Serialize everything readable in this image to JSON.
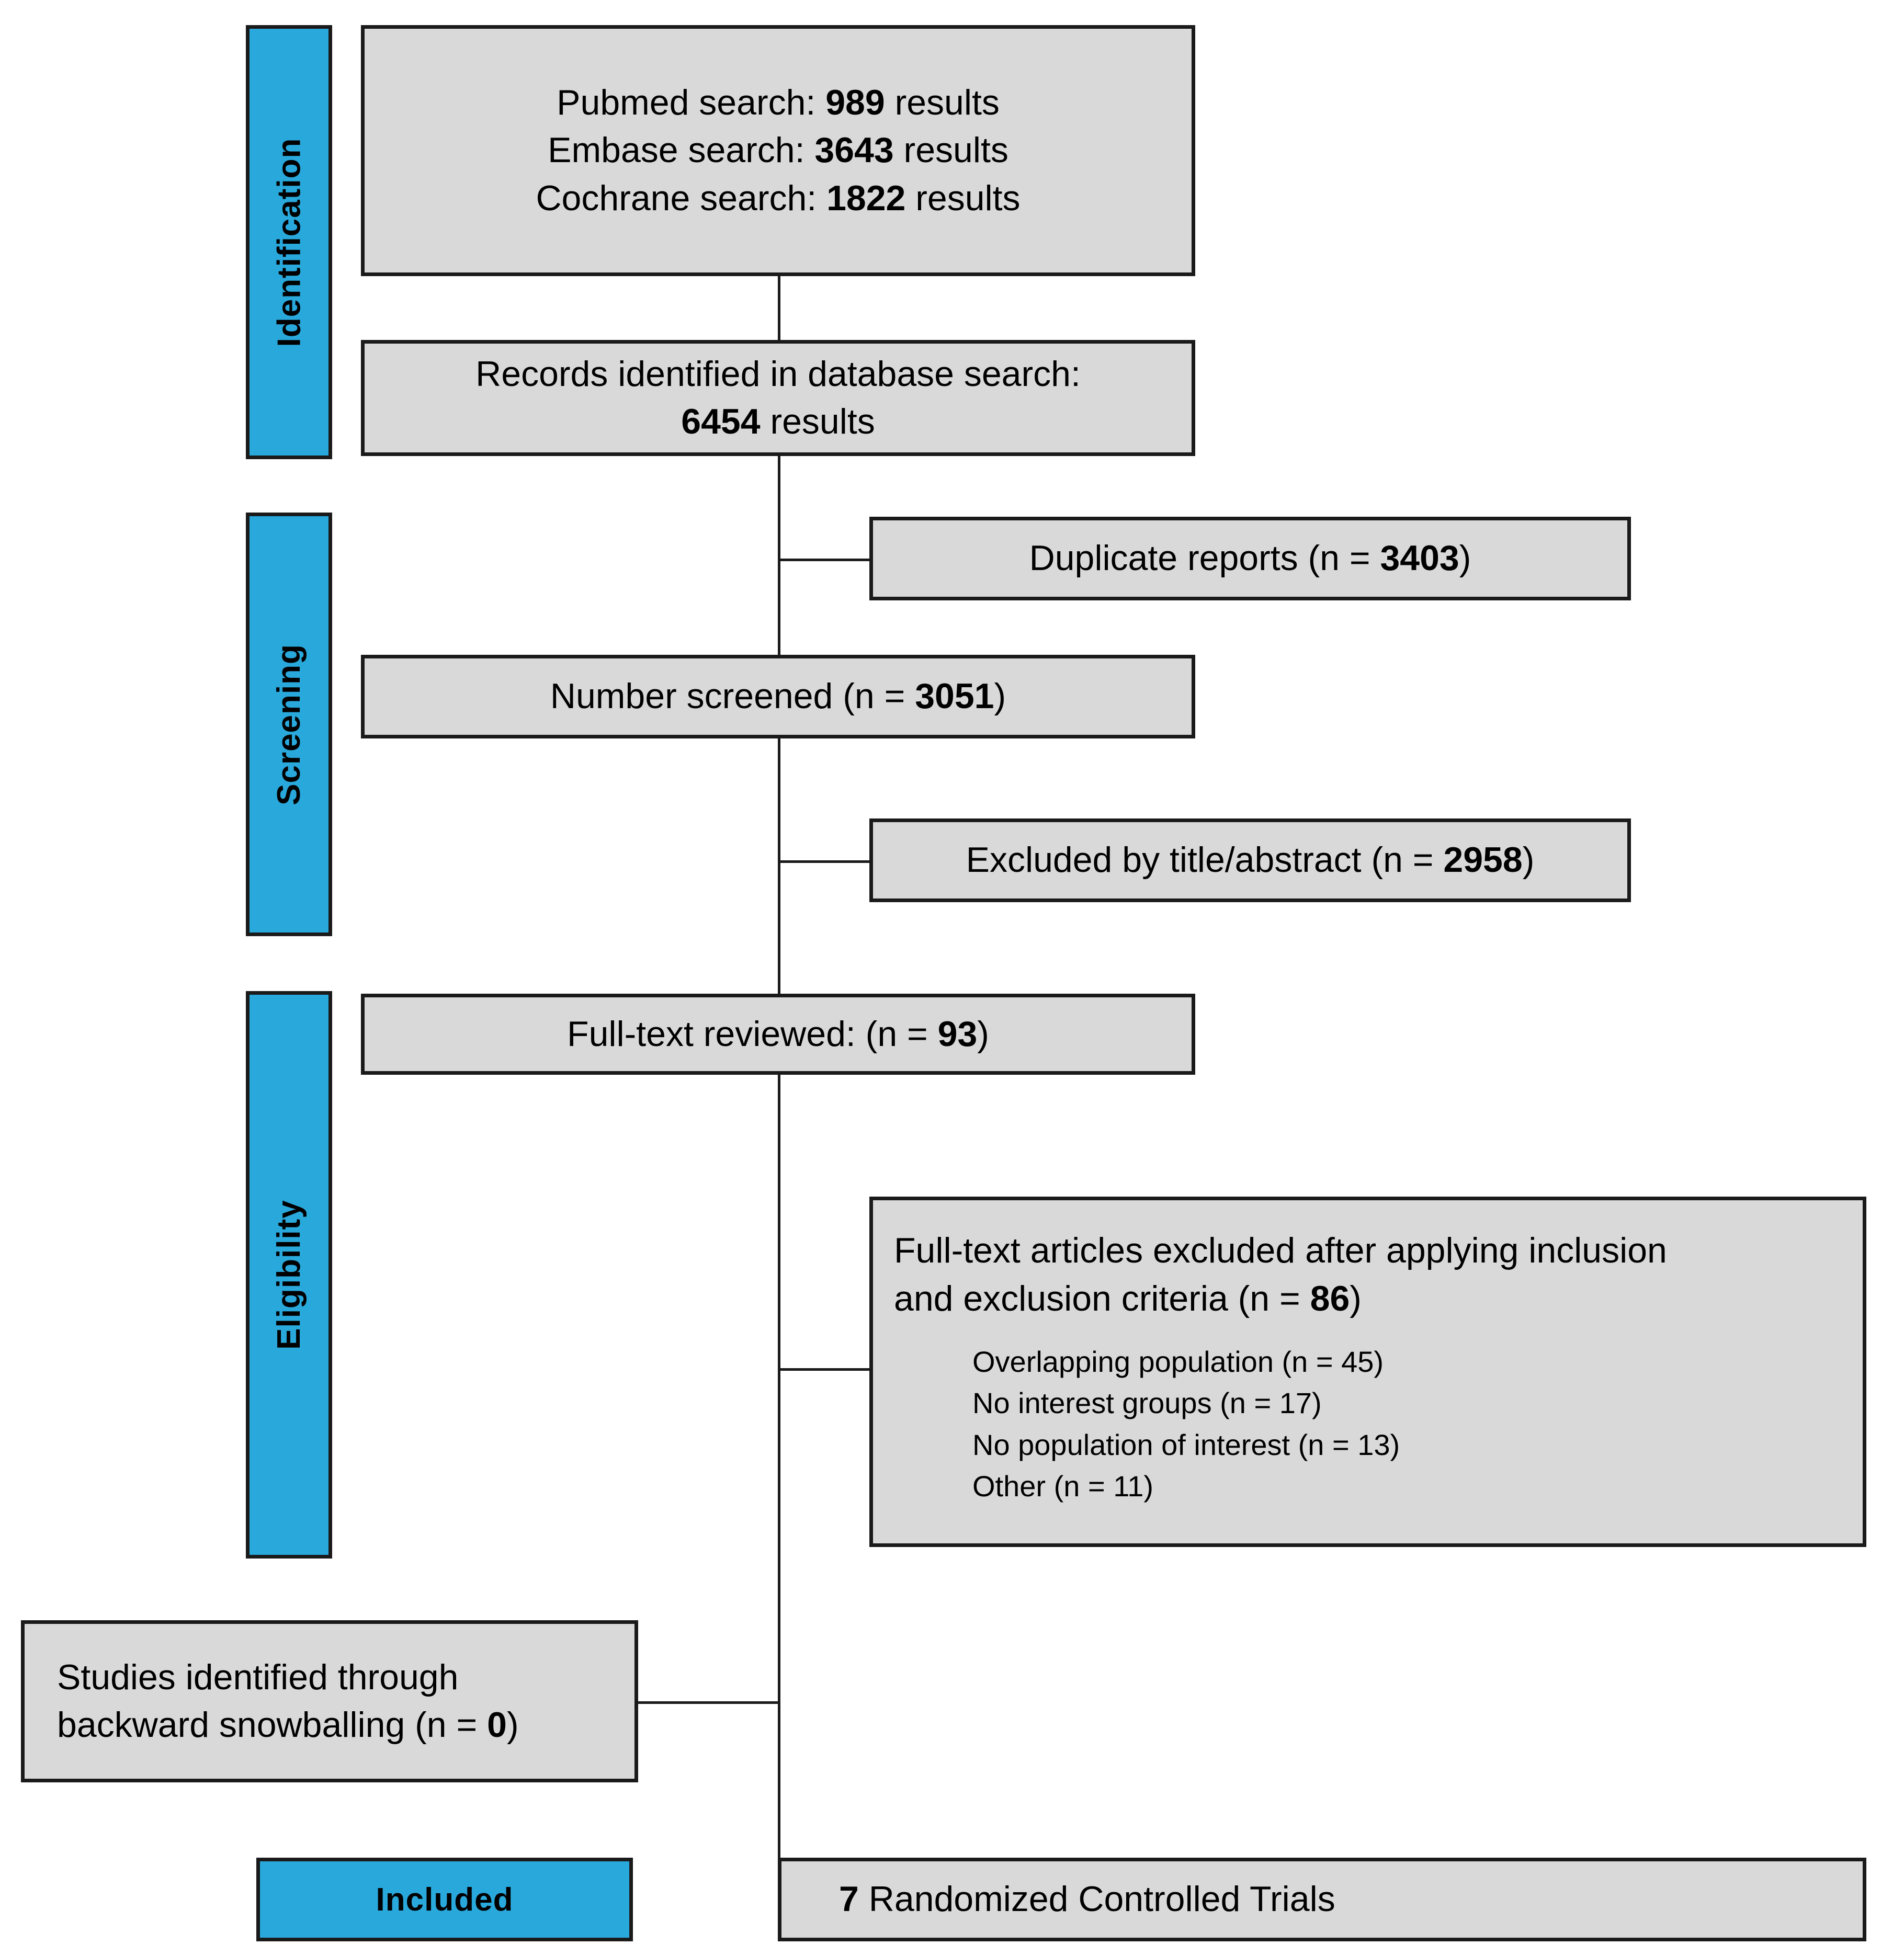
{
  "colors": {
    "accent": "#29a8dc",
    "box_fill": "#d9d9d9",
    "stroke": "#1a1a1a",
    "text": "#000000"
  },
  "diagram": {
    "type": "prisma-flow-diagram",
    "stages": [
      {
        "id": "identification",
        "label": "Identification"
      },
      {
        "id": "screening",
        "label": "Screening"
      },
      {
        "id": "eligibility",
        "label": "Eligibility"
      },
      {
        "id": "included",
        "label": "Included"
      }
    ],
    "nodes": {
      "databases": {
        "lines": [
          {
            "prefix": "Pubmed search: ",
            "value": "989",
            "suffix": " results"
          },
          {
            "prefix": "Embase search: ",
            "value": "3643",
            "suffix": " results"
          },
          {
            "prefix": "Cochrane search: ",
            "value": "1822",
            "suffix": " results"
          }
        ]
      },
      "records_identified": {
        "line1": "Records identified in database search:",
        "value": "6454",
        "suffix": " results"
      },
      "duplicates": {
        "prefix": "Duplicate reports (n = ",
        "value": "3403",
        "suffix": ")"
      },
      "screened": {
        "prefix": "Number screened (n = ",
        "value": "3051",
        "suffix": ")"
      },
      "excluded_title_abstract": {
        "prefix": "Excluded by title/abstract (n = ",
        "value": "2958",
        "suffix": ")"
      },
      "full_text_reviewed": {
        "prefix": "Full-text reviewed: (n = ",
        "value": "93",
        "suffix": ")"
      },
      "full_text_excluded": {
        "line1": "Full-text articles excluded after applying inclusion",
        "line2_prefix": "and exclusion criteria (n = ",
        "value": "86",
        "line2_suffix": ")",
        "reasons": [
          "Overlapping population (n = 45)",
          "No interest groups (n = 17)",
          "No population of interest (n = 13)",
          "Other (n = 11)"
        ]
      },
      "snowballing": {
        "line1": "Studies identified through",
        "line2_prefix": "backward snowballing (n = ",
        "value": "0",
        "line2_suffix": ")"
      },
      "included_result": {
        "value": "7",
        "suffix": " Randomized Controlled Trials"
      }
    }
  }
}
